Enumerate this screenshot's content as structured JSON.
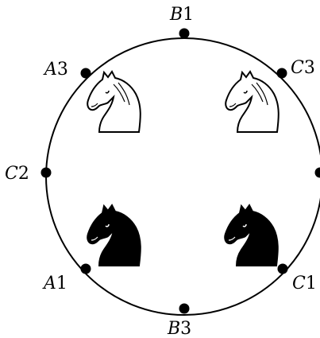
{
  "points": {
    "B1": {
      "letter": "B",
      "index": "1"
    },
    "C3": {
      "letter": "C",
      "index": "3"
    },
    "A3": {
      "letter": "A",
      "index": "3"
    },
    "C2": {
      "letter": "C",
      "index": "2"
    },
    "A1": {
      "letter": "A",
      "index": "1"
    },
    "C1": {
      "letter": "C",
      "index": "1"
    },
    "B3": {
      "letter": "B",
      "index": "3"
    }
  },
  "pieces": {
    "top_left": "white-knight",
    "top_right": "white-knight",
    "bottom_left": "black-knight",
    "bottom_right": "black-knight"
  },
  "colors": {
    "stroke": "#000000",
    "white_piece": "#ffffff",
    "black_piece": "#000000"
  }
}
